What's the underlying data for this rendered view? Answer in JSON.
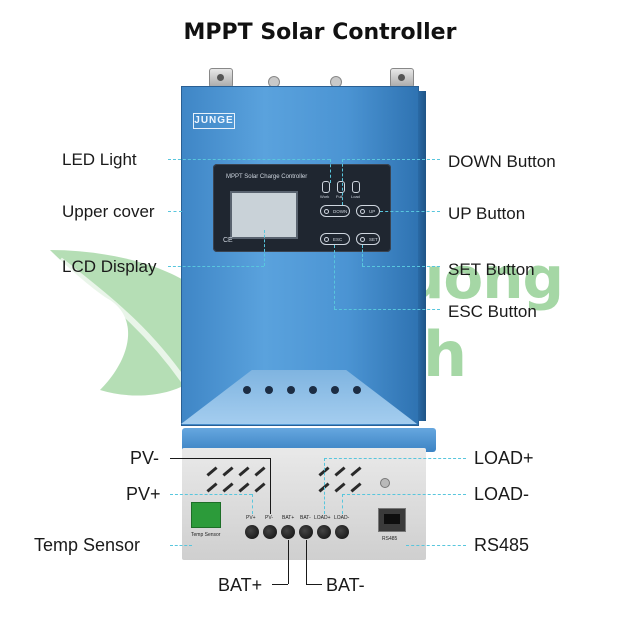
{
  "title": "MPPT Solar Controller",
  "watermark": {
    "line1": "nangluong",
    "line2": "xanh",
    "color": "#6ebe6e"
  },
  "device": {
    "brand": "JUNGE",
    "panel_text": "MPPT   Solar   Charge   Controller",
    "ce_mark": "CE",
    "leds": [
      "Work",
      "Full",
      "Load"
    ],
    "buttons": [
      "DOWN",
      "UP",
      "ESC",
      "SET"
    ],
    "bottom_labels": {
      "temp": "Temp Sensor",
      "pv_neg": "PV-",
      "pv_pos": "PV+",
      "bat_pos": "BAT+",
      "bat_neg": "BAT-",
      "load_pos": "LOAD+",
      "load_neg": "LOAD-",
      "rs485": "RS485"
    }
  },
  "callouts": {
    "led_light": "LED Light",
    "upper_cover": "Upper cover",
    "lcd_display": "LCD Display",
    "down_button": "DOWN Button",
    "up_button": "UP Button",
    "set_button": "SET Button",
    "esc_button": "ESC Button",
    "pv_neg": "PV-",
    "pv_pos": "PV+",
    "temp_sensor": "Temp Sensor",
    "bat_pos": "BAT+",
    "bat_neg": "BAT-",
    "load_pos": "LOAD+",
    "load_neg": "LOAD-",
    "rs485": "RS485"
  },
  "colors": {
    "device_blue": "#4b94d3",
    "leader_cyan": "#58c6dd",
    "panel_dark": "#1f2630"
  }
}
